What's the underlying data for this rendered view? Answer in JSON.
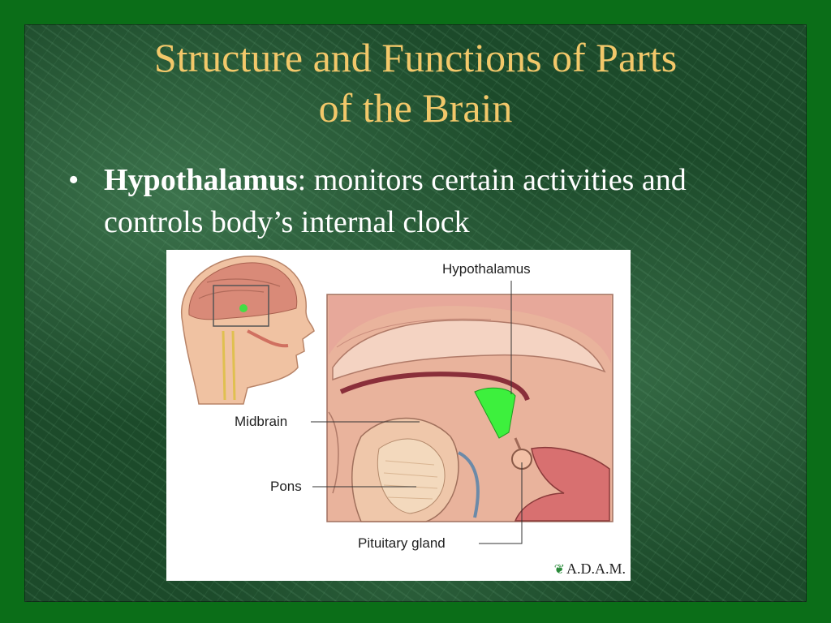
{
  "slide": {
    "title_line1": "Structure and Functions of Parts",
    "title_line2": "of the Brain",
    "bullet": {
      "term": "Hypothalamus",
      "separator": ":",
      "description": " monitors certain activities and controls body’s internal clock"
    }
  },
  "figure": {
    "labels": {
      "hypothalamus": "Hypothalamus",
      "midbrain": "Midbrain",
      "pons": "Pons",
      "pituitary": "Pituitary gland"
    },
    "logo": "A.D.A.M."
  },
  "colors": {
    "title": "#f2c86a",
    "text": "#ffffff",
    "border": "#0b6e18",
    "hypothalamus_highlight": "#33ee33"
  }
}
